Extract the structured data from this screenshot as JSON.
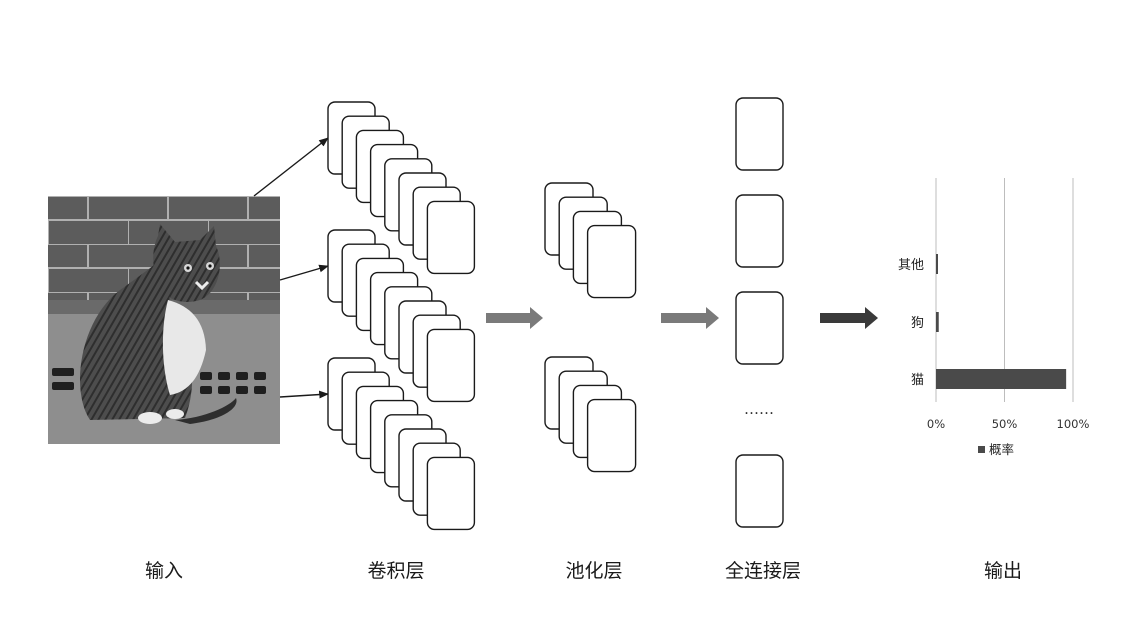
{
  "stages": {
    "input": "输入",
    "conv": "卷积层",
    "pool": "池化层",
    "fc": "全连接层",
    "output": "输出"
  },
  "input_image": {
    "subject": "cat-photo",
    "style": "grayscale"
  },
  "fc_ellipsis": "……",
  "colors": {
    "stroke": "#1a1a1a",
    "arrow_light": "#7a7a7a",
    "arrow_dark": "#3a3a3a",
    "bar": "#4a4a4a",
    "grid": "#bdbdbd"
  },
  "chart_data": {
    "type": "bar",
    "orientation": "horizontal",
    "categories": [
      "其他",
      "狗",
      "猫"
    ],
    "series": [
      {
        "name": "概率",
        "values": [
          1,
          2,
          95
        ]
      }
    ],
    "xlim": [
      0,
      100
    ],
    "xticks": [
      "0%",
      "50%",
      "100%"
    ],
    "legend": "bottom",
    "grid": true
  }
}
